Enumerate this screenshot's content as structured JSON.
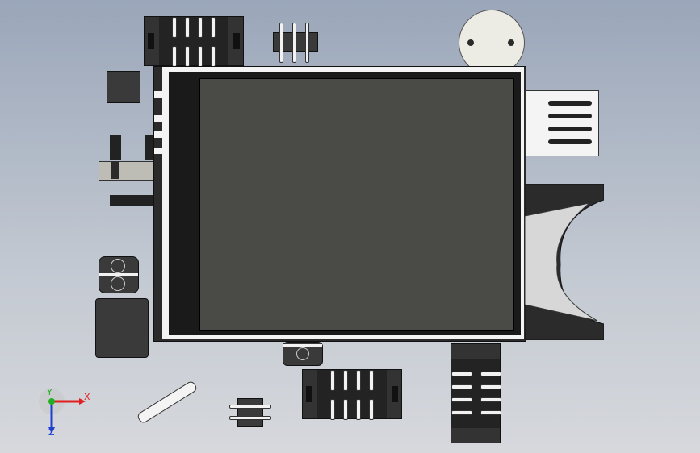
{
  "axes": {
    "x_label": "X",
    "y_label": "Y",
    "z_label": "Z",
    "colors": {
      "x": "#e02020",
      "y": "#20b020",
      "z": "#2040d0"
    }
  },
  "colors": {
    "body": "#2b2b2b",
    "screen": "#4a4b47",
    "bezel": "#1a1a1a",
    "pcb_white": "#f4f4f4",
    "pin": "#f2f2f2",
    "buzzer": "#ecebe4"
  },
  "components": [
    "lcd-display-module",
    "dual-row-header-top",
    "pin-header-small-top",
    "buzzer",
    "square-ic",
    "side-connector",
    "sd-card-slot",
    "tact-switch",
    "side-switch",
    "inductor-block",
    "dual-row-header-bottom",
    "vertical-header-bottom-right",
    "small-switch-bottom",
    "crystal-cylinder",
    "small-2pin-header"
  ]
}
